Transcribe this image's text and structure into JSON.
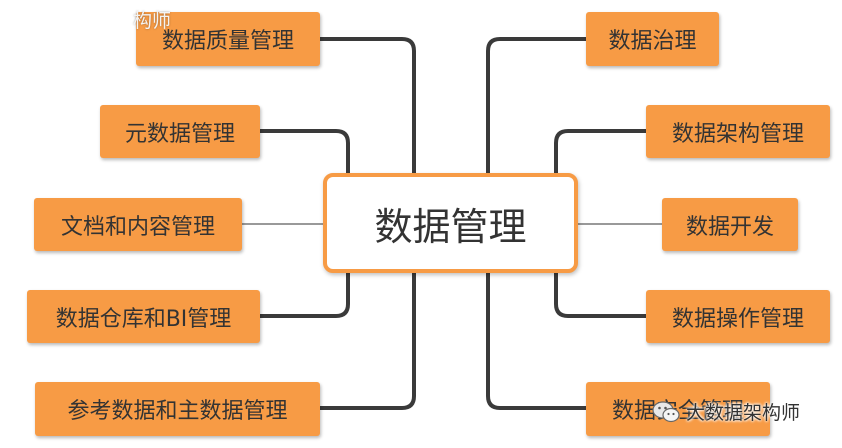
{
  "mindmap": {
    "center": {
      "label": "数据管理"
    },
    "left_branches": [
      {
        "label": "数据质量管理"
      },
      {
        "label": "元数据管理"
      },
      {
        "label": "文档和内容管理"
      },
      {
        "label": "数据仓库和BI管理"
      },
      {
        "label": "参考数据和主数据管理"
      }
    ],
    "right_branches": [
      {
        "label": "数据治理"
      },
      {
        "label": "数据架构管理"
      },
      {
        "label": "数据开发"
      },
      {
        "label": "数据操作管理"
      },
      {
        "label": "数据安全管理"
      }
    ]
  },
  "colors": {
    "node_fill": "#f79b45",
    "center_border": "#f79b45",
    "connector_dark": "#3a3a3a",
    "connector_light": "#999999",
    "text": "#333333"
  },
  "watermark": {
    "top_text": "构师",
    "bottom_text": "大数据架构师",
    "icon": "wechat-icon"
  }
}
